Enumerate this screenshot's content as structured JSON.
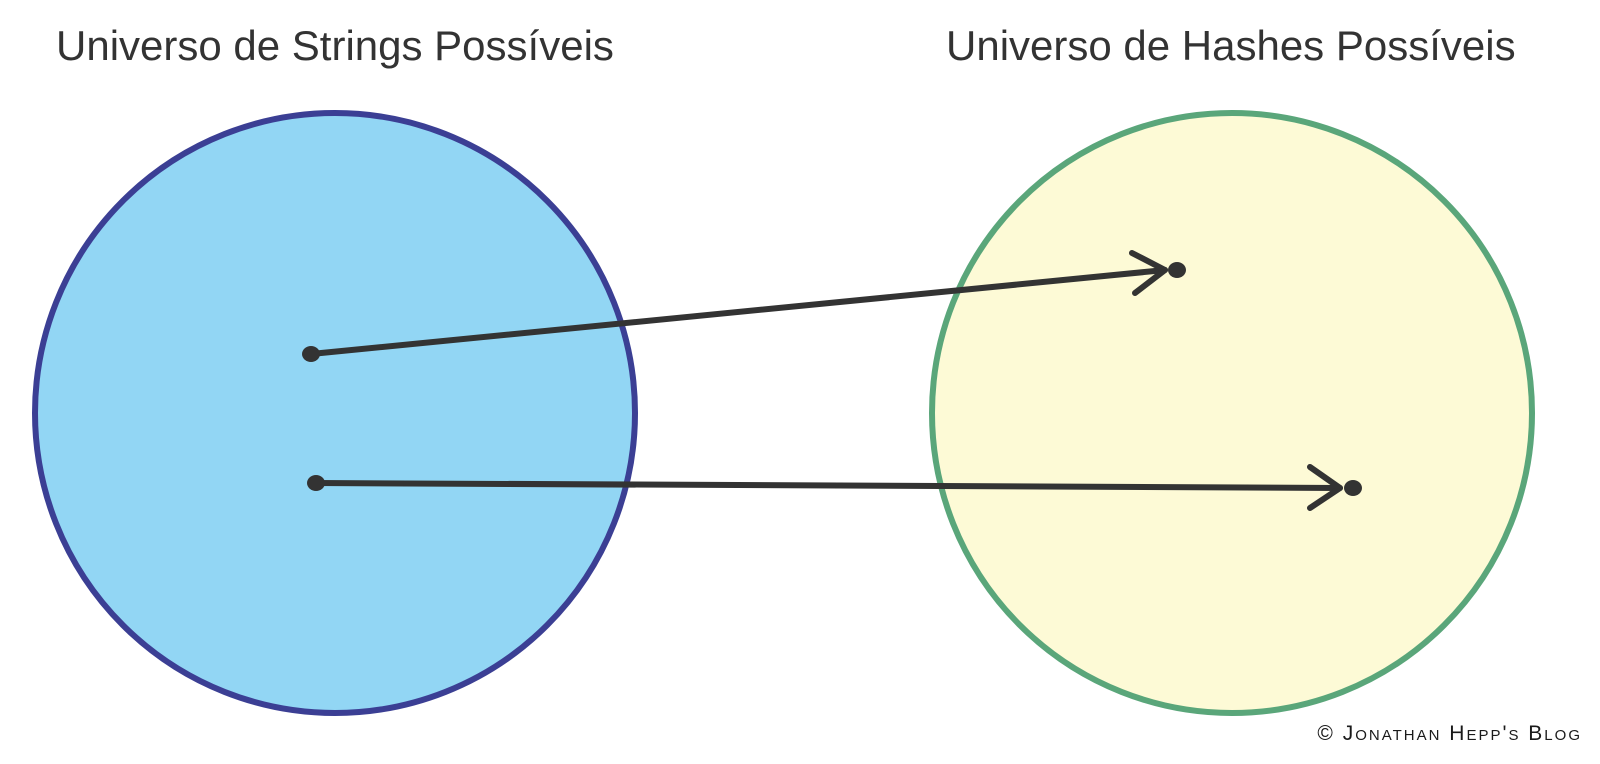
{
  "titles": {
    "left": "Universo de Strings Possíveis",
    "right": "Universo de Hashes Possíveis"
  },
  "credit": "© Jonathan Hepp's Blog",
  "colors": {
    "strings_fill": "#92d6f4",
    "strings_stroke": "#3b3f94",
    "hashes_fill": "#fdfad6",
    "hashes_stroke": "#5aa67a",
    "arrow": "#333333"
  },
  "mappings": [
    {
      "from": "string-point-1",
      "to": "hash-point-1"
    },
    {
      "from": "string-point-2",
      "to": "hash-point-2"
    }
  ]
}
